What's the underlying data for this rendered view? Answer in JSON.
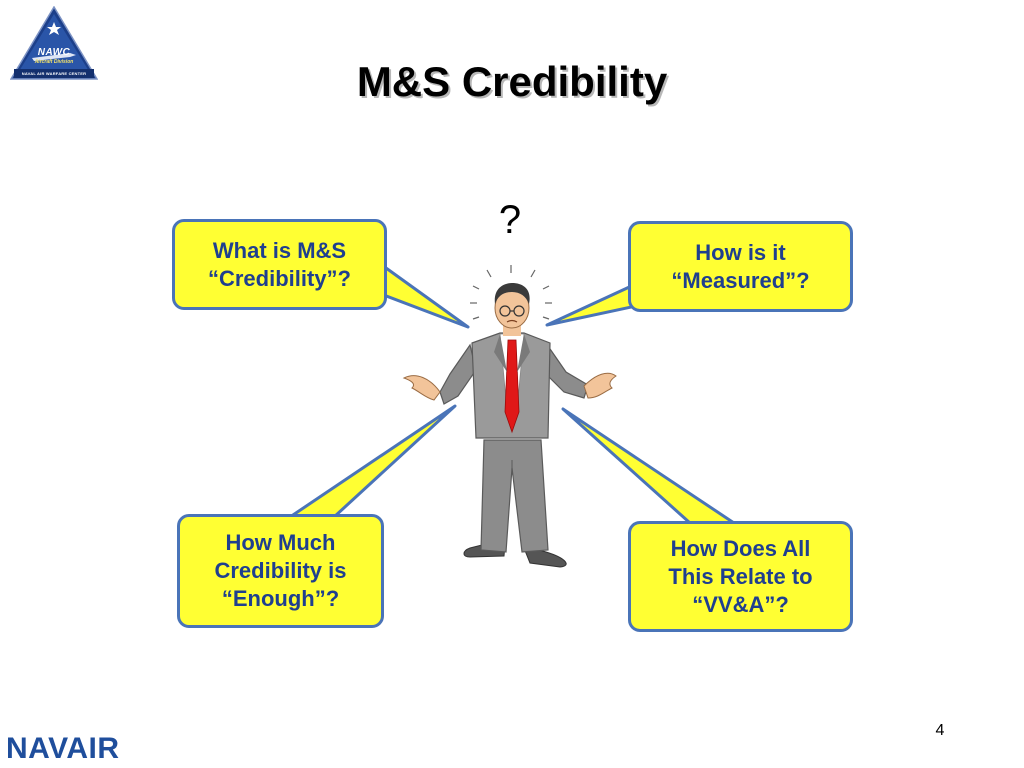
{
  "logo": {
    "main_text": "NAWC",
    "sub_text": "Aircraft Division",
    "footer_text": "NAVAL AIR WARFARE CENTER"
  },
  "slide": {
    "title": "M&S Credibility",
    "question_mark": "?",
    "bubbles": [
      {
        "text": "What is M&S\n“Credibility”?"
      },
      {
        "text": "How is it\n“Measured”?"
      },
      {
        "text": "How Much\nCredibility is\n“Enough”?"
      },
      {
        "text": "How Does All\nThis Relate to\n“VV&A”?"
      }
    ],
    "page_number": "4",
    "brand": "NAVAIR"
  },
  "colors": {
    "bubble_fill": "#ffff33",
    "bubble_border": "#4a74b8",
    "bubble_text": "#1f3f8f",
    "brand_blue": "#1f4e9c",
    "suit_gray": "#8c8c8c",
    "tie_red": "#e01818"
  }
}
